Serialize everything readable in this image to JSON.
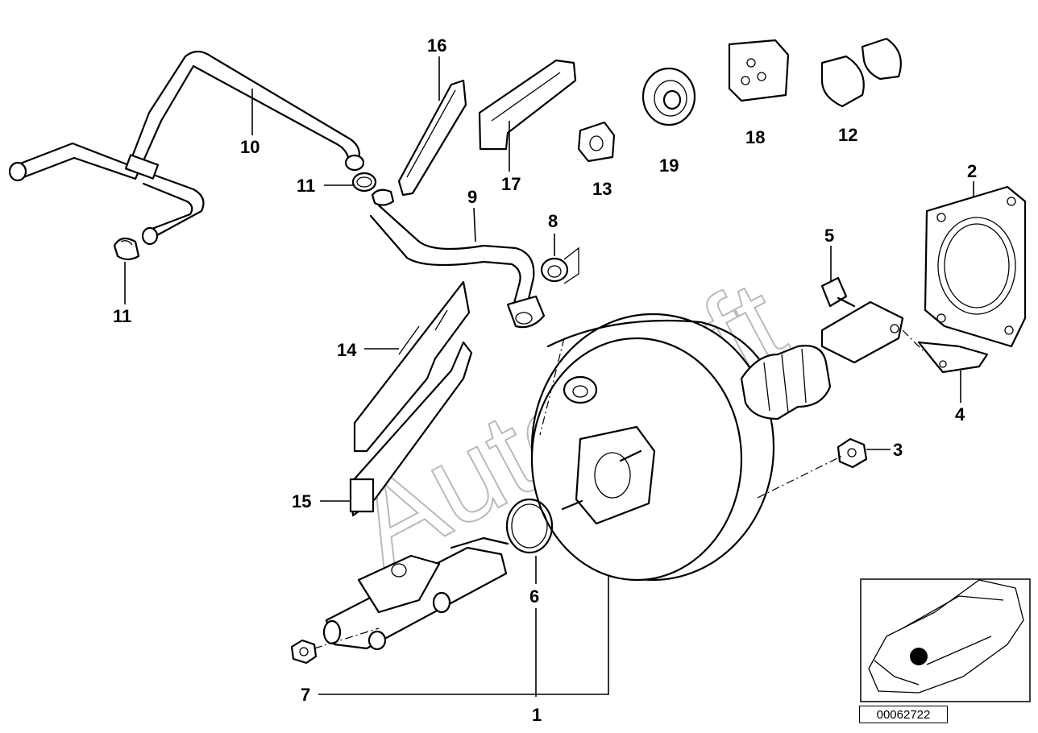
{
  "watermark": "AutoSoft",
  "document_id": "00062722",
  "callouts": {
    "c1": "1",
    "c2": "2",
    "c3": "3",
    "c4": "4",
    "c5": "5",
    "c6": "6",
    "c7": "7",
    "c8": "8",
    "c9": "9",
    "c10": "10",
    "c11a": "11",
    "c11b": "11",
    "c12": "12",
    "c13": "13",
    "c14": "14",
    "c15": "15",
    "c16": "16",
    "c17": "17",
    "c18": "18",
    "c19": "19"
  }
}
